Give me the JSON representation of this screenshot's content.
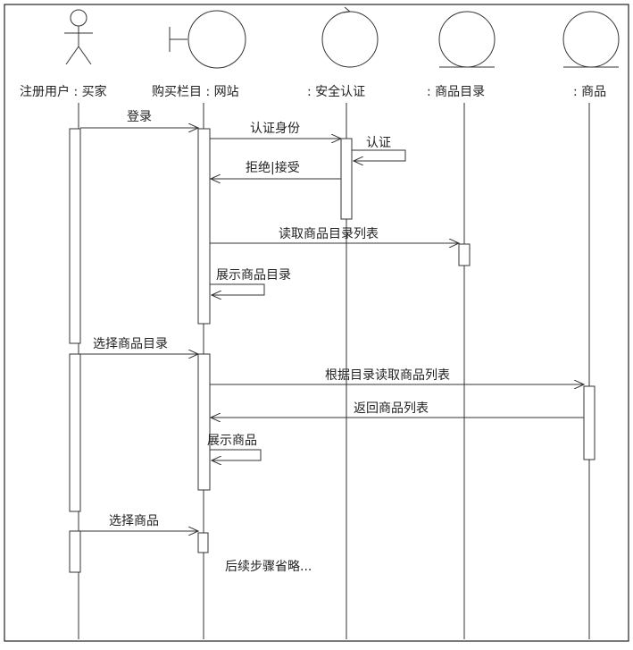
{
  "participants": [
    {
      "id": "buyer",
      "label": "注册用户 : 买家",
      "icon": "actor-stick-figure-icon"
    },
    {
      "id": "cart",
      "label": "购买栏目 : 网站",
      "icon": "boundary-icon"
    },
    {
      "id": "auth",
      "label": ": 安全认证",
      "icon": "control-icon"
    },
    {
      "id": "catalog",
      "label": ": 商品目录",
      "icon": "entity-icon"
    },
    {
      "id": "product",
      "label": ": 商品",
      "icon": "entity-icon"
    }
  ],
  "messages": [
    {
      "from": "buyer",
      "to": "cart",
      "label": "登录"
    },
    {
      "from": "cart",
      "to": "auth",
      "label": "认证身份"
    },
    {
      "from": "auth",
      "to": "auth",
      "label": "认证"
    },
    {
      "from": "auth",
      "to": "cart",
      "label": "拒绝|接受"
    },
    {
      "from": "cart",
      "to": "catalog",
      "label": "读取商品目录列表"
    },
    {
      "from": "cart",
      "to": "cart",
      "label": "展示商品目录"
    },
    {
      "from": "buyer",
      "to": "cart",
      "label": "选择商品目录"
    },
    {
      "from": "cart",
      "to": "product",
      "label": "根据目录读取商品列表"
    },
    {
      "from": "product",
      "to": "cart",
      "label": "返回商品列表"
    },
    {
      "from": "cart",
      "to": "cart",
      "label": "展示商品"
    },
    {
      "from": "buyer",
      "to": "cart",
      "label": "选择商品"
    }
  ],
  "footnote": "后续步骤省略..."
}
